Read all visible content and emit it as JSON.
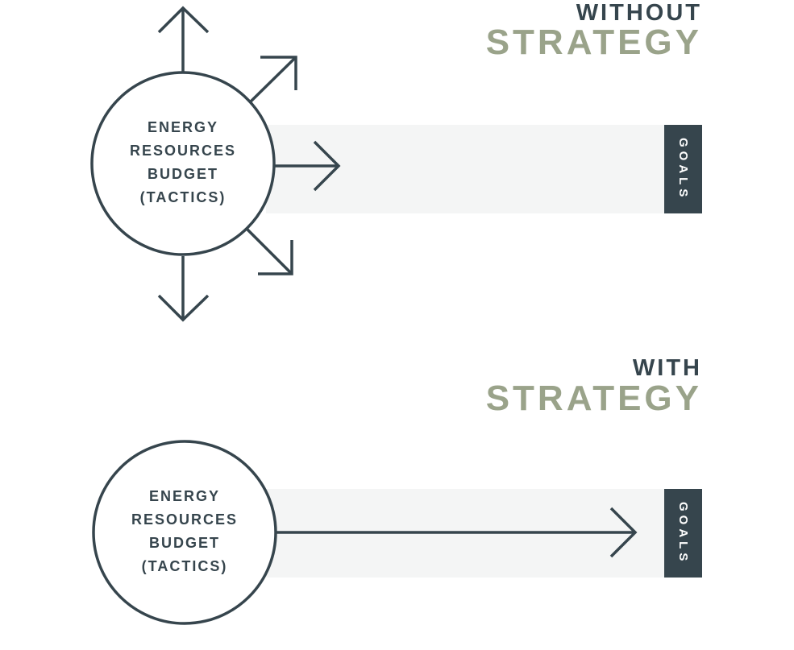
{
  "sections": [
    {
      "title_line1": "WITHOUT",
      "title_line2": "STRATEGY",
      "circle_lines": [
        "ENERGY",
        "RESOURCES",
        "BUDGET",
        "(TACTICS)"
      ],
      "goal_label": "GOALS"
    },
    {
      "title_line1": "WITH",
      "title_line2": "STRATEGY",
      "circle_lines": [
        "ENERGY",
        "RESOURCES",
        "BUDGET",
        "(TACTICS)"
      ],
      "goal_label": "GOALS"
    }
  ],
  "colors": {
    "dark": "#36454d",
    "accent": "#9aa38a",
    "band": "#f4f5f5"
  }
}
